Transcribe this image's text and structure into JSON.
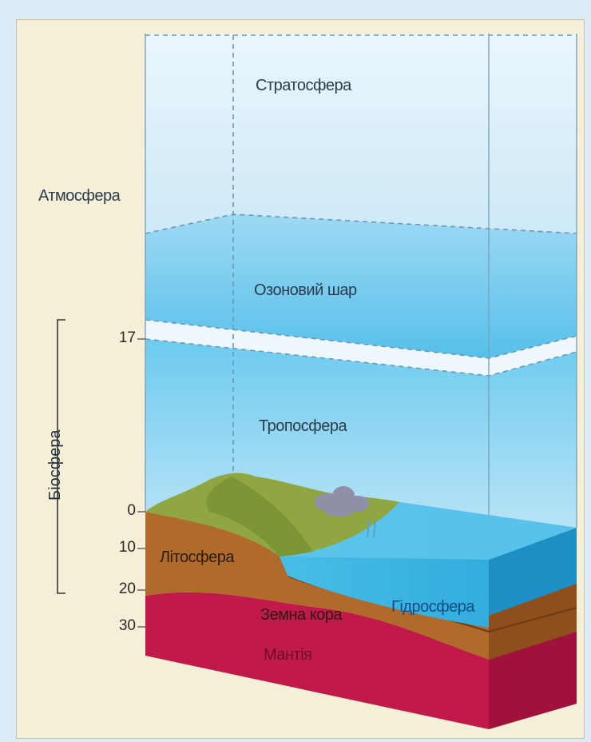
{
  "labels": {
    "stratosphere": "Стратосфера",
    "atmosphere": "Атмосфера",
    "ozone_layer": "Озоновий шар",
    "troposphere": "Тропосфера",
    "biosphere": "Біосфера",
    "lithosphere": "Літосфера",
    "earth_crust": "Земна кора",
    "hydrosphere": "Гідросфера",
    "mantle": "Мантія"
  },
  "scale_ticks": [
    "17",
    "0",
    "10",
    "20",
    "30"
  ],
  "colors": {
    "sky": "#cfe8f6",
    "ozone": "#5fc3e8",
    "troposphere": "#8fd3f1",
    "land": "#8fa642",
    "crust": "#b06a2c",
    "mantle": "#c0194a",
    "water": "#3fb8e4"
  }
}
